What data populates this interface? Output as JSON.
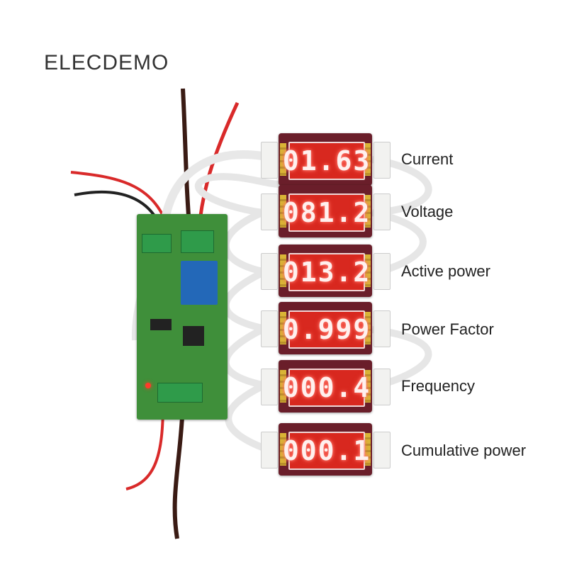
{
  "brand": "ELECDEMO",
  "displays": [
    {
      "label": "Current",
      "reading": "01.63"
    },
    {
      "label": "Voltage",
      "reading": "081.2"
    },
    {
      "label": "Active power",
      "reading": "013.2"
    },
    {
      "label": "Power Factor",
      "reading": "0.999"
    },
    {
      "label": "Frequency",
      "reading": "000.4"
    },
    {
      "label": "Cumulative power",
      "reading": "000.1"
    }
  ],
  "colors": {
    "segment": "#d8281f",
    "pcb": "#3f8f3a",
    "relay": "#2368b8",
    "module": "#6a1e2a"
  }
}
